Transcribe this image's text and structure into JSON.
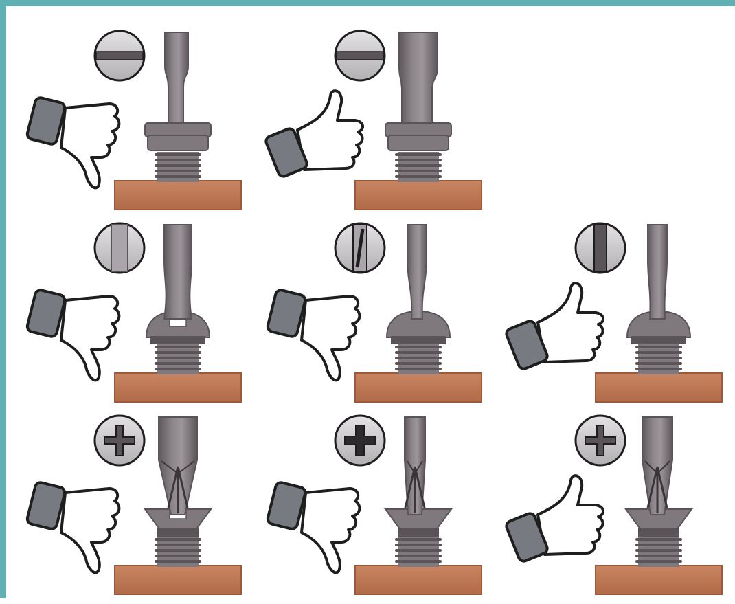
{
  "colors": {
    "frame": "#5fb0b3",
    "background": "#ffffff",
    "wood": "#c07a56",
    "wood_edge": "#9c5a3b",
    "metal": "#7f797e",
    "metal_dark": "#5a5459",
    "metal_light": "#aaa5aa",
    "head_disc": "#c8c6c8",
    "outline": "#1e1e1e",
    "cuff": "#777a80"
  },
  "rows": [
    {
      "screw": "slotted-cheese-head",
      "cells": [
        {
          "col": 0,
          "verdict": "bad",
          "tip": "slotted-too-thin"
        },
        {
          "col": 1,
          "verdict": "good",
          "tip": "slotted-correct"
        }
      ]
    },
    {
      "screw": "slotted-round-head",
      "cells": [
        {
          "col": 0,
          "verdict": "bad",
          "tip": "slotted-too-wide"
        },
        {
          "col": 1,
          "verdict": "bad",
          "tip": "slotted-too-narrow"
        },
        {
          "col": 2,
          "verdict": "good",
          "tip": "slotted-correct"
        }
      ]
    },
    {
      "screw": "phillips-countersunk",
      "cells": [
        {
          "col": 0,
          "verdict": "bad",
          "tip": "phillips-too-large"
        },
        {
          "col": 1,
          "verdict": "bad",
          "tip": "phillips-too-small"
        },
        {
          "col": 2,
          "verdict": "good",
          "tip": "phillips-correct"
        }
      ]
    }
  ]
}
